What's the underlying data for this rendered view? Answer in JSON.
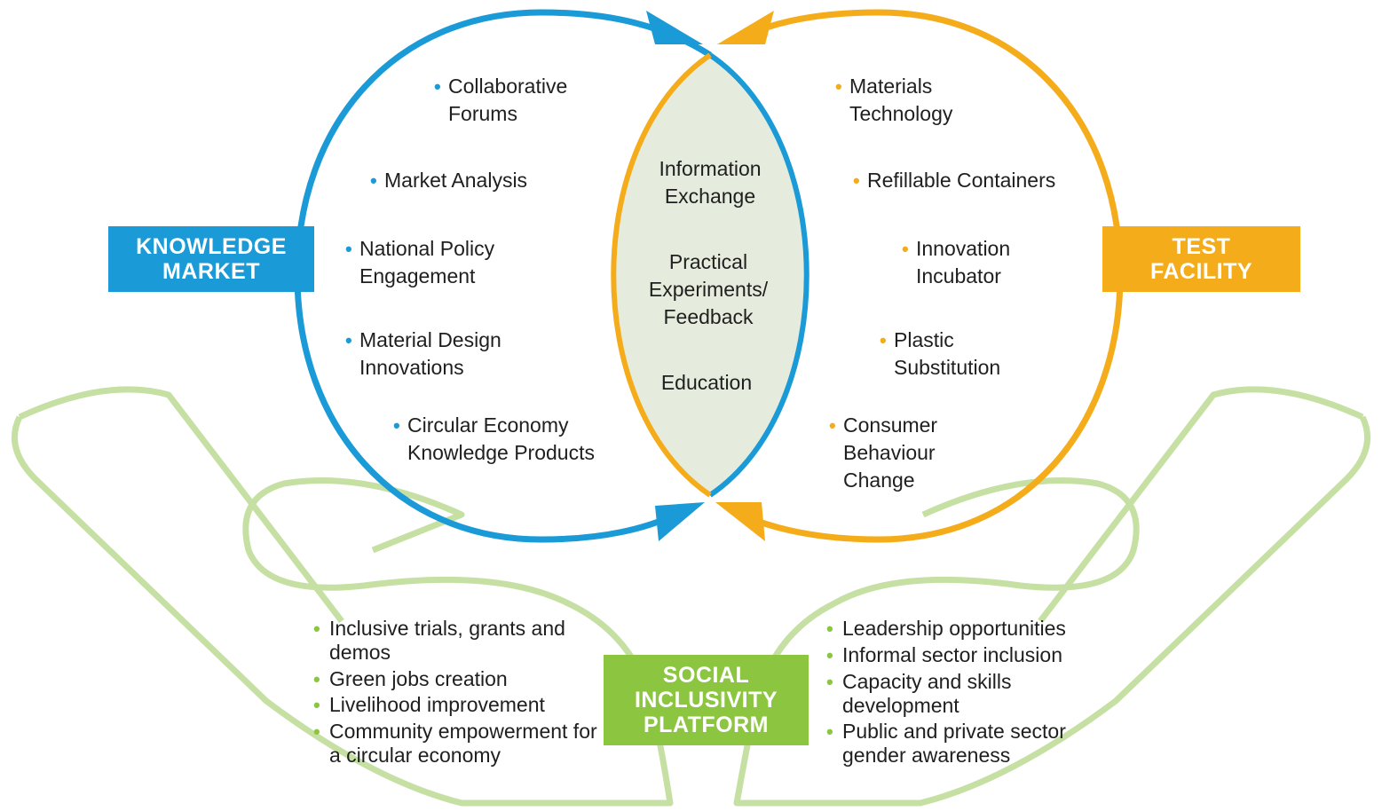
{
  "colors": {
    "blue": "#1a9ad6",
    "orange": "#f5ac1b",
    "green": "#8cc540",
    "hands": "#c6e0a4",
    "lens_fill": "#e5ecdd"
  },
  "knowledge_market": {
    "label": "KNOWLEDGE MARKET",
    "items": [
      "Collaborative Forums",
      "Market Analysis",
      "National Policy Engagement",
      "Material Design Innovations",
      "Circular Economy Knowledge Products"
    ]
  },
  "test_facility": {
    "label": "TEST FACILITY",
    "items": [
      "Materials Technology",
      "Refillable Containers",
      "Innovation Incubator",
      "Plastic Substitution",
      "Consumer Behaviour Change"
    ]
  },
  "center": {
    "items": [
      "Information Exchange",
      "Practical Experiments/ Feedback",
      "Education"
    ]
  },
  "social_inclusivity": {
    "label": "SOCIAL INCLUSIVITY PLATFORM",
    "left_items": [
      "Inclusive trials, grants and demos",
      "Green jobs creation",
      "Livelihood improvement",
      "Community empowerment for a circular economy"
    ],
    "right_items": [
      "Leadership opportunities",
      "Informal sector inclusion",
      "Capacity and skills development",
      "Public and private sector gender awareness"
    ]
  }
}
